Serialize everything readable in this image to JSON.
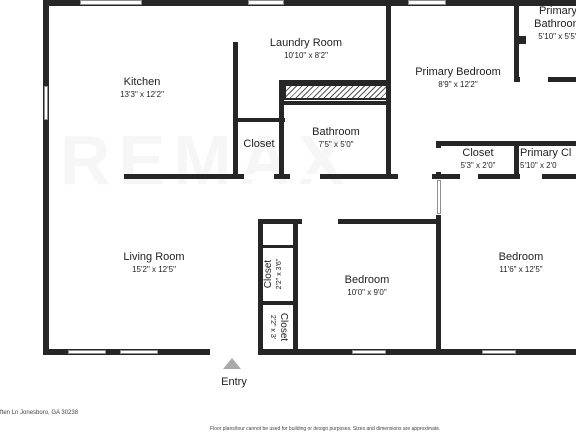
{
  "rooms": {
    "kitchen": {
      "name": "Kitchen",
      "dim": "13'3\" x 12'2\""
    },
    "laundry": {
      "name": "Laundry Room",
      "dim": "10'10\" x 8'2\""
    },
    "primary_bedroom": {
      "name": "Primary Bedroom",
      "dim": "8'9\" x 12'2\""
    },
    "primary_bathroom": {
      "name_line1": "Primary",
      "name_line2": "Bathroom",
      "dim": "5'10\" x 5'5\""
    },
    "closet_small": {
      "name": "Closet"
    },
    "bathroom": {
      "name": "Bathroom",
      "dim": "7'5\" x 5'0\""
    },
    "closet_primary": {
      "name": "Closet",
      "dim": "5'3\" x 2'0\""
    },
    "primary_closet": {
      "name": "Primary Cl",
      "dim": "5'10\" x 2'0"
    },
    "living_room": {
      "name": "Living Room",
      "dim": "15'2\" x 12'5\""
    },
    "closet_hall_upper": {
      "name": "Closet",
      "dim": "2'2\" x 3'6\""
    },
    "closet_hall_lower": {
      "name": "Closet",
      "dim": "2'2\" x 3'"
    },
    "bedroom_middle": {
      "name": "Bedroom",
      "dim": "10'0\" x 9'0\""
    },
    "bedroom_right": {
      "name": "Bedroom",
      "dim": "11'6\" x 12'5\""
    }
  },
  "entry_label": "Entry",
  "footer": {
    "address": "ften Ln Jonesboro, GA 30238",
    "disclaimer": "Floor plans/tour cannot be used for building or design purposes. Sizes and dimensions are approximate."
  }
}
